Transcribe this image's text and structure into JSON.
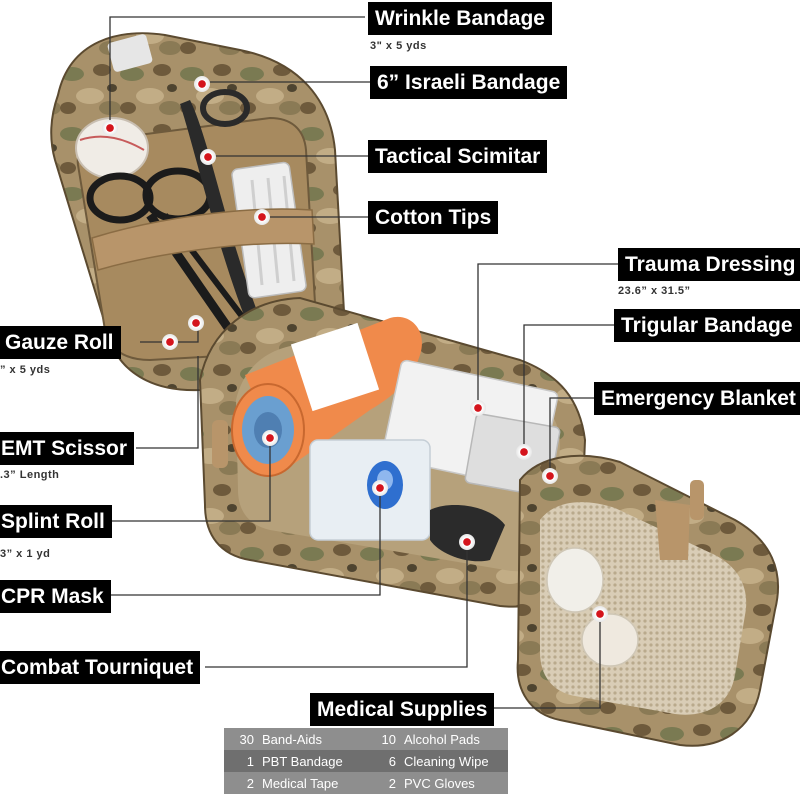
{
  "labels": {
    "wrinkle_bandage": "Wrinkle Bandage",
    "wrinkle_bandage_size": "3\" x 5 yds",
    "israeli_bandage": "6” Israeli Bandage",
    "tactical_scimitar": "Tactical Scimitar",
    "cotton_tips": "Cotton Tips",
    "trauma_dressing": "Trauma Dressing",
    "trauma_dressing_size": "23.6” x 31.5”",
    "trigular_bandage": "Trigular Bandage",
    "emergency_blanket": "Emergency Blanket",
    "gauze_roll": "Gauze Roll",
    "gauze_roll_size": "” x 5 yds",
    "emt_scissor": "EMT Scissor",
    "emt_scissor_size": ".3” Length",
    "splint_roll": "Splint Roll",
    "splint_roll_size": "3” x 1 yd",
    "cpr_mask": "CPR Mask",
    "combat_tourniquet": "Combat Tourniquet",
    "medical_supplies": "Medical Supplies"
  },
  "supplies": [
    {
      "qty": "30",
      "item": "Band-Aids"
    },
    {
      "qty": "10",
      "item": "Alcohol Pads"
    },
    {
      "qty": "1",
      "item": "PBT Bandage"
    },
    {
      "qty": "6",
      "item": "Cleaning Wipe"
    },
    {
      "qty": "2",
      "item": "Medical Tape"
    },
    {
      "qty": "2",
      "item": "PVC Gloves"
    }
  ],
  "colors": {
    "camo_base": "#a8916a",
    "camo_dark": "#6e5a3c",
    "camo_green": "#7a7a52",
    "tan_strap": "#b8956a",
    "splint_orange": "#f08a4b",
    "splint_blue": "#6a9fd0",
    "marker_red": "#d4141c",
    "label_bg": "#000000"
  }
}
